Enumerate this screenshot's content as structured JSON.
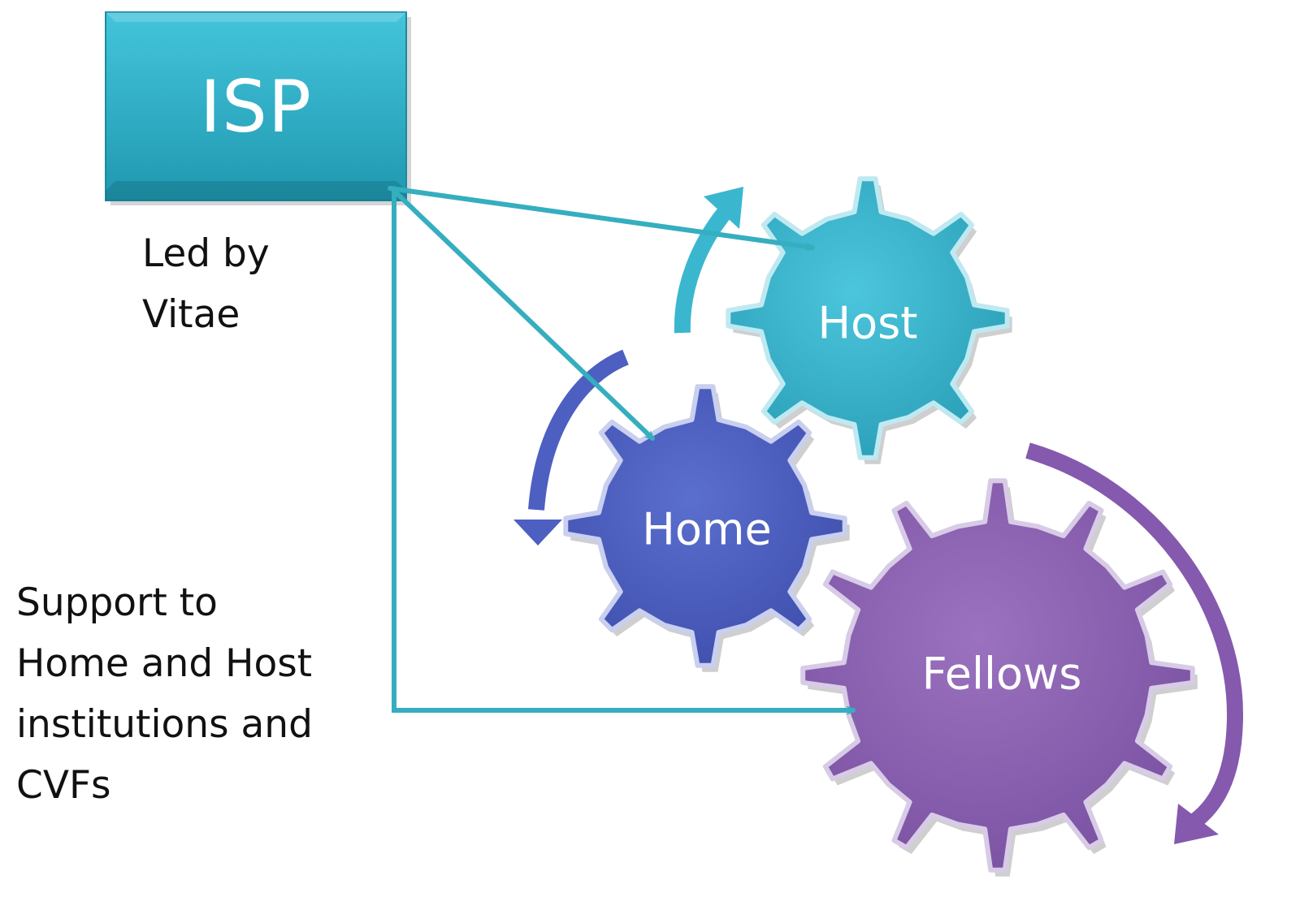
{
  "isp_box": {
    "label": "ISP",
    "color": "#2eb0c8"
  },
  "led_by": {
    "lines": [
      "Led by",
      "Vitae"
    ]
  },
  "support_text": {
    "lines": [
      "Support to",
      "Home and Host",
      "institutions and",
      "CVFs"
    ]
  },
  "gears": {
    "host": {
      "label": "Host",
      "color": "#3ab7cf"
    },
    "home": {
      "label": "Home",
      "color": "#4d5fc0"
    },
    "fellows": {
      "label": "Fellows",
      "color": "#8d62b2"
    }
  },
  "colors": {
    "connector": "#35aebf",
    "home_arrow": "#4d5fc0",
    "fellows_arrow": "#8559ad"
  }
}
